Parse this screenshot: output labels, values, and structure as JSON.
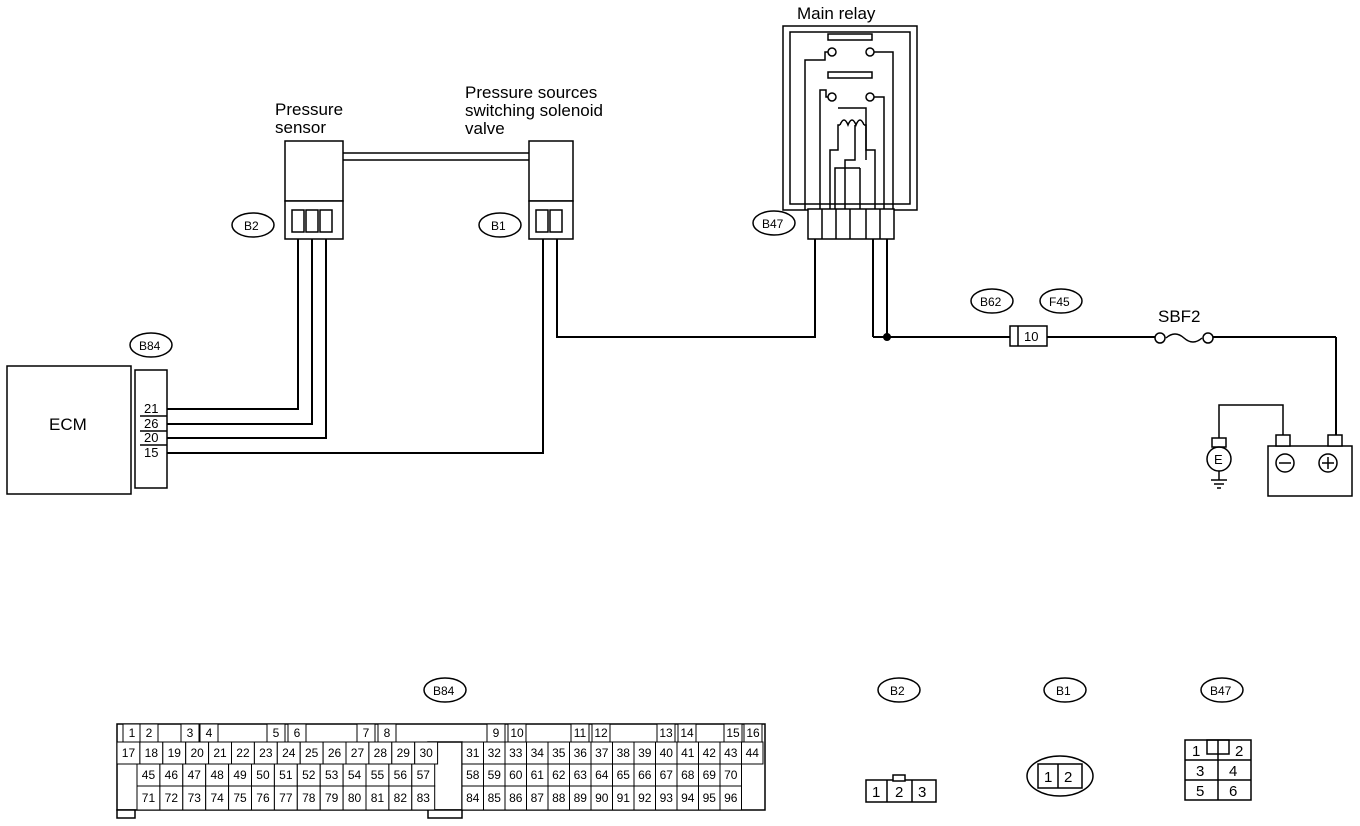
{
  "labels": {
    "main_relay": "Main relay",
    "pressure_sensor_1": "Pressure",
    "pressure_sensor_2": "sensor",
    "solenoid_1": "Pressure sources",
    "solenoid_2": "switching solenoid",
    "solenoid_3": "valve",
    "ecm": "ECM",
    "fuse": "SBF2",
    "fuse_no": "10",
    "ground": "E"
  },
  "connectors": {
    "b2": "B2",
    "b1": "B1",
    "b47": "B47",
    "b84": "B84",
    "b62": "B62",
    "f45": "F45"
  },
  "ecm_pins": [
    "21",
    "26",
    "20",
    "15"
  ],
  "b84_rows": {
    "row1": [
      "1",
      "2",
      "3",
      "4",
      "5",
      "6",
      "7",
      "8",
      "9",
      "10",
      "11",
      "12",
      "13",
      "14",
      "15",
      "16"
    ],
    "row2": [
      "17",
      "18",
      "19",
      "20",
      "21",
      "22",
      "23",
      "24",
      "25",
      "26",
      "27",
      "28",
      "29",
      "30",
      "31",
      "32",
      "33",
      "34",
      "35",
      "36",
      "37",
      "38",
      "39",
      "40",
      "41",
      "42",
      "43",
      "44"
    ],
    "row3": [
      "45",
      "46",
      "47",
      "48",
      "49",
      "50",
      "51",
      "52",
      "53",
      "54",
      "55",
      "56",
      "57",
      "58",
      "59",
      "60",
      "61",
      "62",
      "63",
      "64",
      "65",
      "66",
      "67",
      "68",
      "69",
      "70"
    ],
    "row4": [
      "71",
      "72",
      "73",
      "74",
      "75",
      "76",
      "77",
      "78",
      "79",
      "80",
      "81",
      "82",
      "83",
      "84",
      "85",
      "86",
      "87",
      "88",
      "89",
      "90",
      "91",
      "92",
      "93",
      "94",
      "95",
      "96"
    ]
  },
  "b2_pins": [
    "1",
    "2",
    "3"
  ],
  "b1_pins": [
    "1",
    "2"
  ],
  "b47_pins": [
    "1",
    "2",
    "3",
    "4",
    "5",
    "6"
  ]
}
